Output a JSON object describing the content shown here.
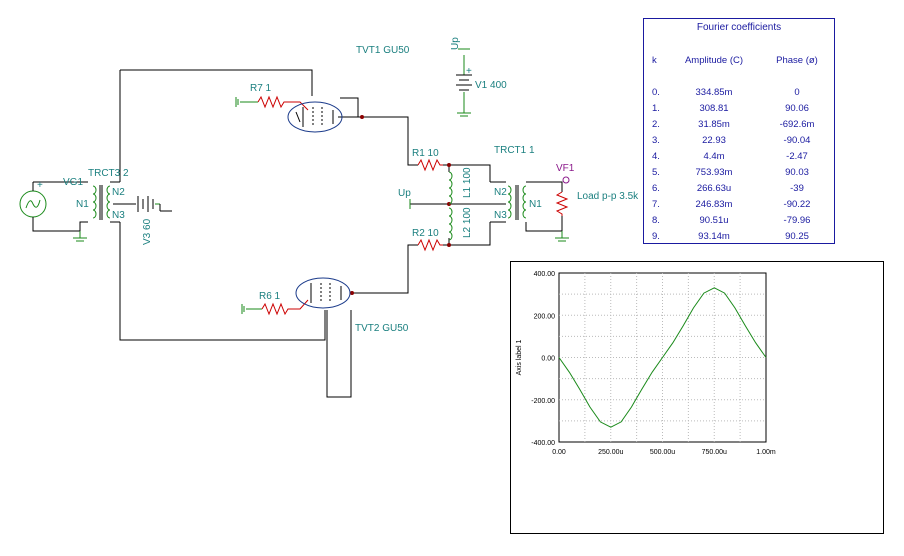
{
  "schematic": {
    "tubes": {
      "tvt1": "TVT1 GU50",
      "tvt2": "TVT2 GU50"
    },
    "resistors": {
      "r7": "R7 1",
      "r6": "R6 1",
      "r1": "R1 10",
      "r2": "R2 10"
    },
    "inductors": {
      "l1": "L1 100",
      "l2": "L2 100"
    },
    "transformers": {
      "trct3": "TRCT3 2",
      "trct1": "TRCT1 1"
    },
    "windings": {
      "n1": "N1",
      "n2": "N2",
      "n3": "N3"
    },
    "sources": {
      "vg1": "VG1",
      "v3": "V3 60",
      "v1": "V1 400"
    },
    "nodes": {
      "up": "Up",
      "up_top": "Up",
      "vf1": "VF1"
    },
    "load": "Load p-p 3.5k",
    "plus_sign": "+"
  },
  "fourier": {
    "title": "Fourier coefficients",
    "headers": {
      "k": "k",
      "amplitude": "Amplitude (C)",
      "phase": "Phase (ø)"
    },
    "rows": [
      {
        "k": "0.",
        "amp": "334.85m",
        "phase": "0"
      },
      {
        "k": "1.",
        "amp": "308.81",
        "phase": "90.06"
      },
      {
        "k": "2.",
        "amp": "31.85m",
        "phase": "-692.6m"
      },
      {
        "k": "3.",
        "amp": "22.93",
        "phase": "-90.04"
      },
      {
        "k": "4.",
        "amp": "4.4m",
        "phase": "-2.47"
      },
      {
        "k": "5.",
        "amp": "753.93m",
        "phase": "90.03"
      },
      {
        "k": "6.",
        "amp": "266.63u",
        "phase": "-39"
      },
      {
        "k": "7.",
        "amp": "246.83m",
        "phase": "-90.22"
      },
      {
        "k": "8.",
        "amp": "90.51u",
        "phase": "-79.96"
      },
      {
        "k": "9.",
        "amp": "93.14m",
        "phase": "90.25"
      }
    ]
  },
  "chart_data": {
    "type": "line",
    "title": "",
    "xlabel": "",
    "ylabel": "Axis label 1",
    "xlim": [
      0,
      0.001
    ],
    "ylim": [
      -400,
      400
    ],
    "x_ticks": [
      "0.00",
      "250.00u",
      "500.00u",
      "750.00u",
      "1.00m"
    ],
    "y_ticks": [
      "400.00",
      "200.00",
      "0.00",
      "-200.00",
      "-400.00"
    ],
    "grid": true,
    "line_color": "#1a8a1a",
    "series": [
      {
        "x": [
          0,
          5e-05,
          0.0001,
          0.00015,
          0.0002,
          0.00025,
          0.0003,
          0.00035,
          0.0004,
          0.00045,
          0.0005,
          0.00055,
          0.0006,
          0.00065,
          0.0007,
          0.00075,
          0.0008,
          0.00085,
          0.0009,
          0.00095,
          0.001
        ],
        "y": [
          0,
          -70,
          -150,
          -235,
          -305,
          -330,
          -305,
          -235,
          -150,
          -70,
          0,
          70,
          150,
          235,
          305,
          330,
          305,
          235,
          150,
          70,
          0
        ]
      }
    ]
  }
}
